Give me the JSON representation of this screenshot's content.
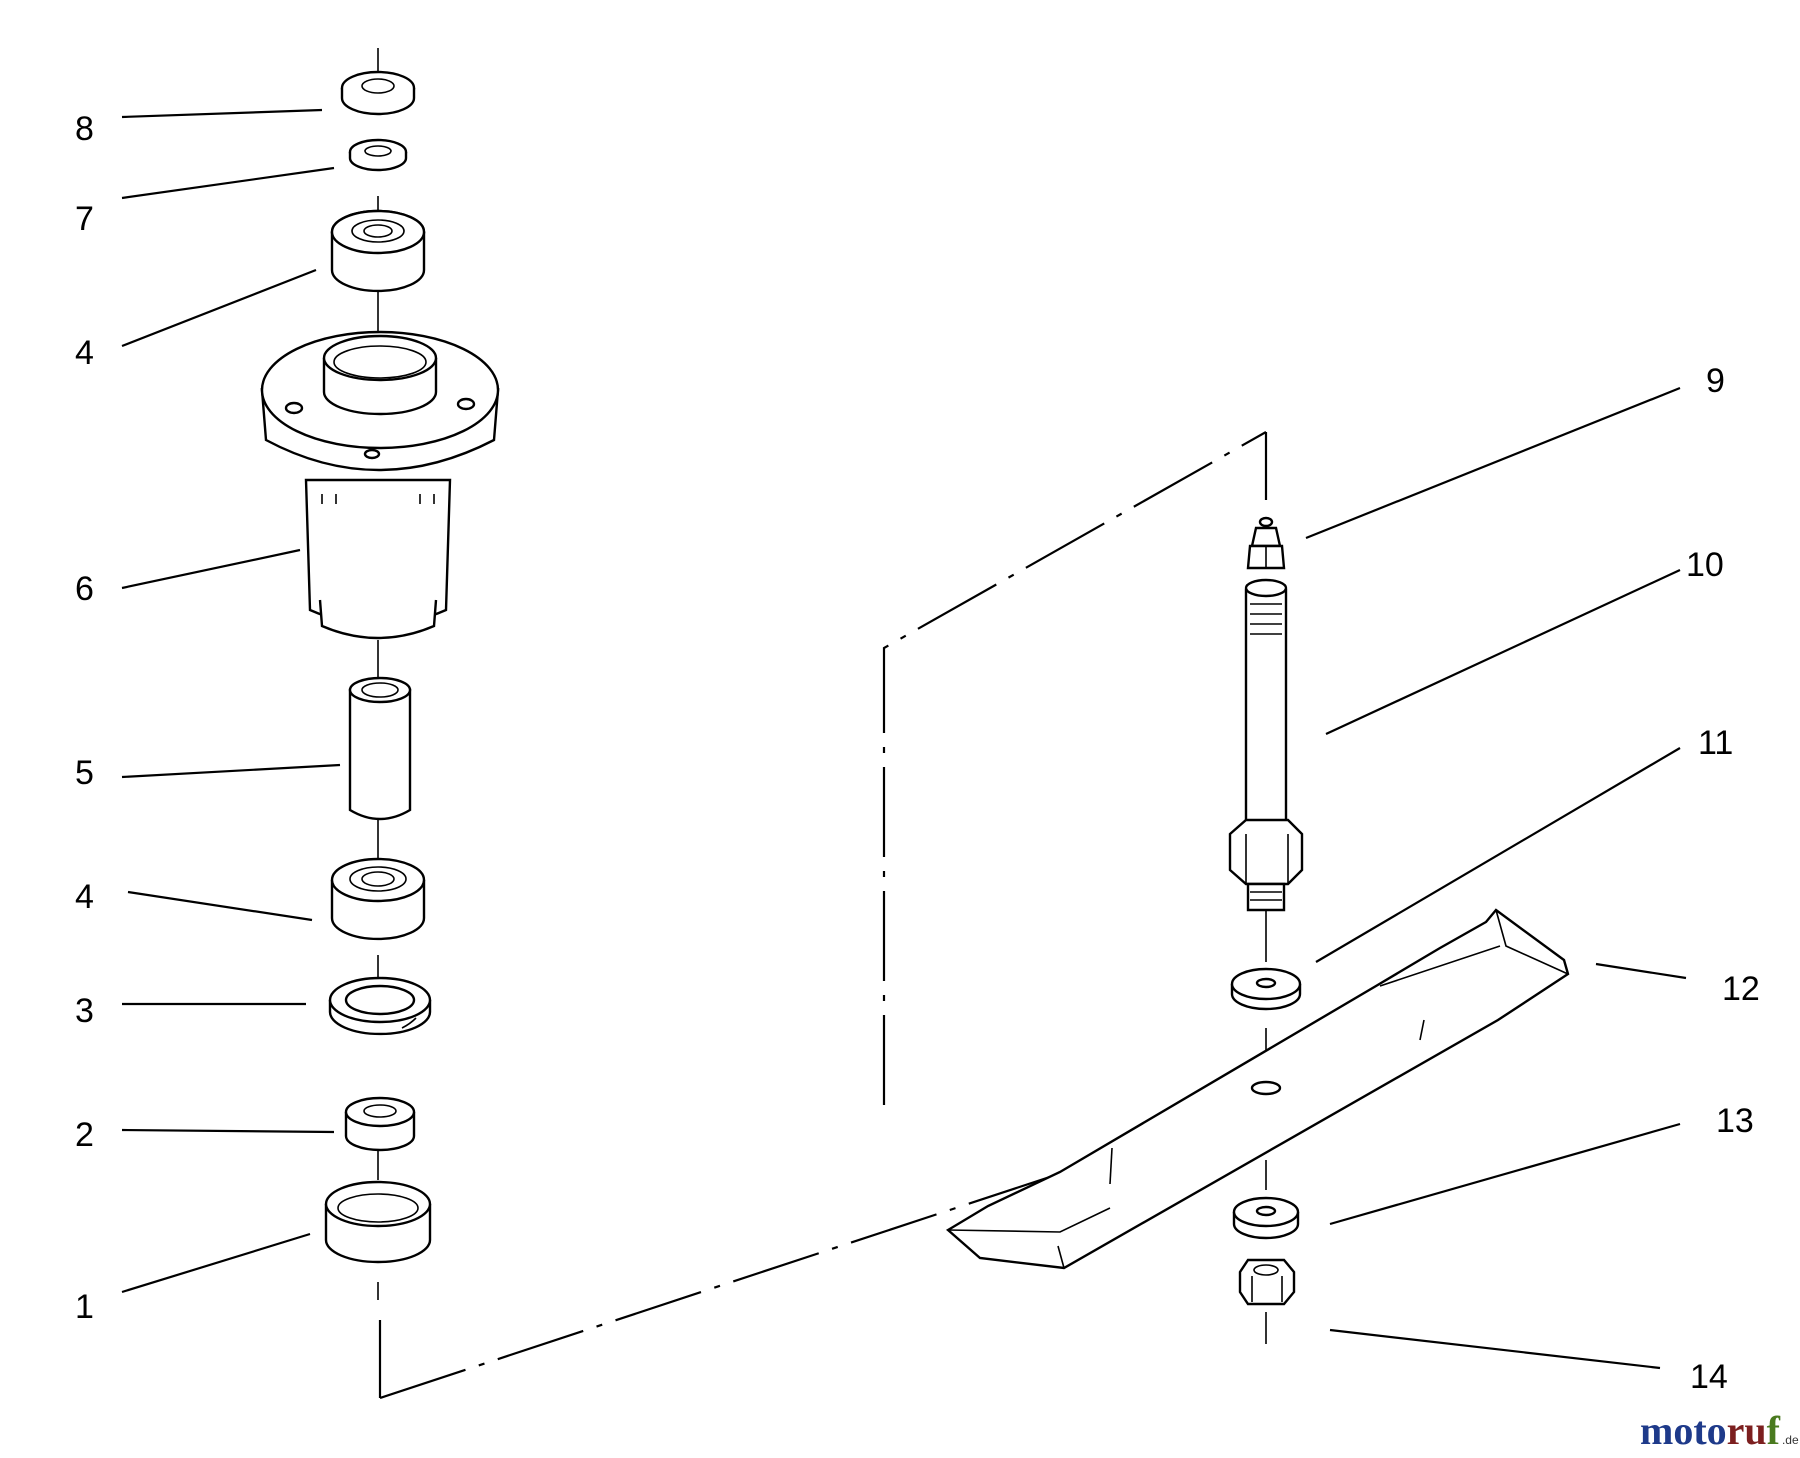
{
  "callouts": {
    "c8": "8",
    "c7": "7",
    "c4a": "4",
    "c6": "6",
    "c5": "5",
    "c4b": "4",
    "c3": "3",
    "c2": "2",
    "c1": "1",
    "c9": "9",
    "c10": "10",
    "c11": "11",
    "c12": "12",
    "c13": "13",
    "c14": "14"
  },
  "watermark": {
    "part1": "moto",
    "part2": "ru",
    "part3": "f",
    "suffix": ".de",
    "colors": [
      "#1e3a8a",
      "#7c1f1f",
      "#4a7a1f"
    ]
  }
}
